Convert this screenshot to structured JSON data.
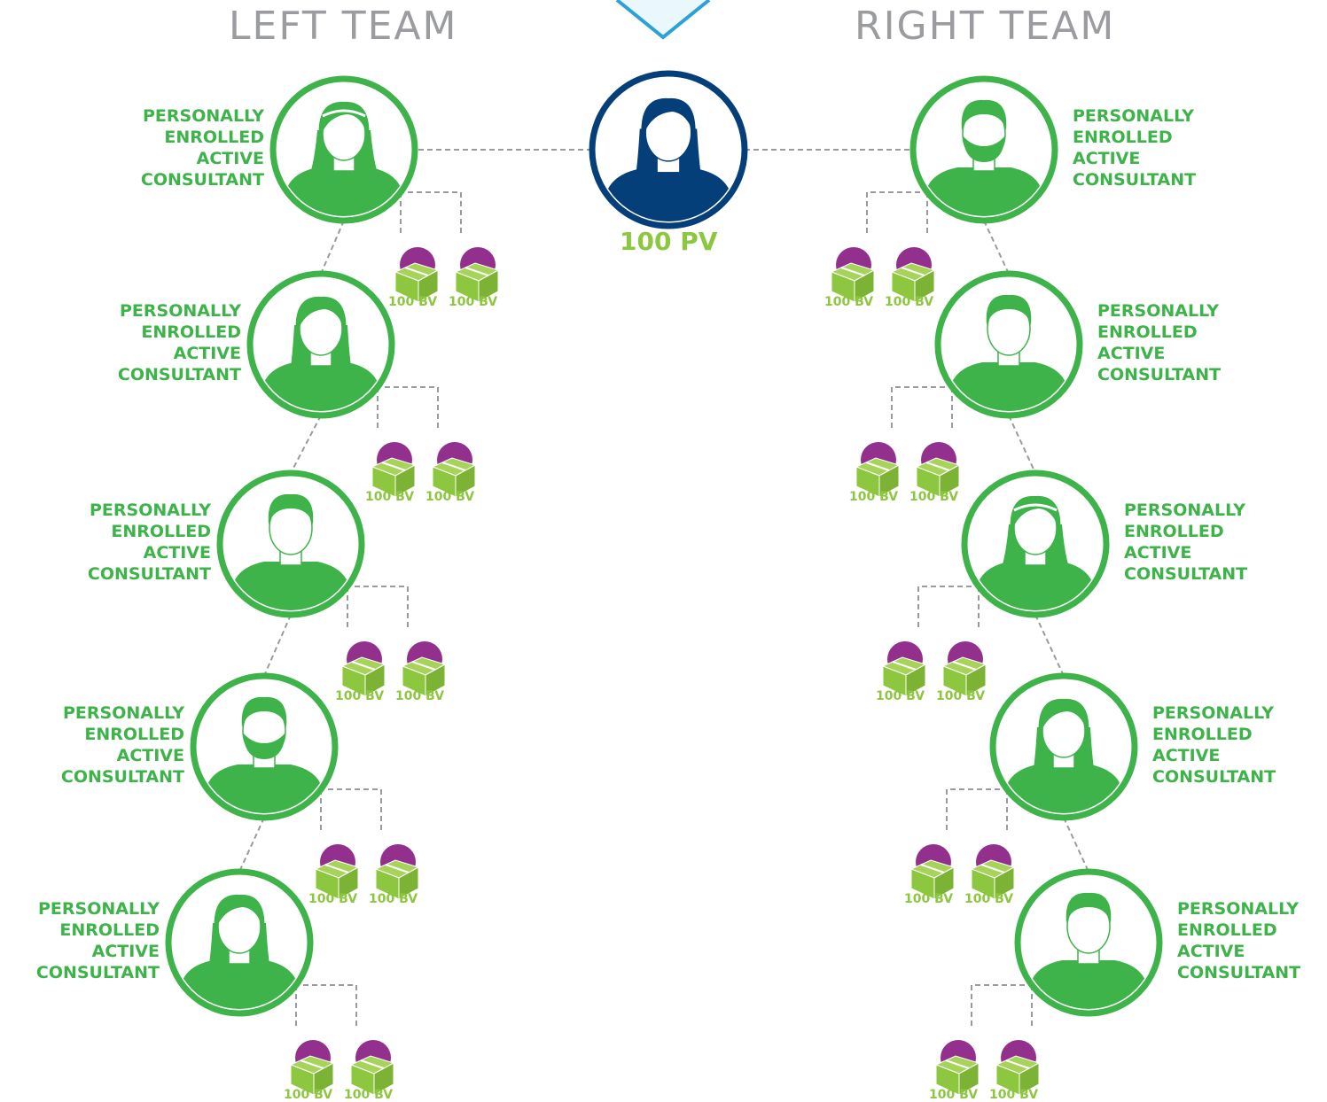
{
  "titles": {
    "left": "LEFT TEAM",
    "right": "RIGHT TEAM"
  },
  "center": {
    "pv_label": "100 PV"
  },
  "consultant_label": "PERSONALLY\nENROLLED\nACTIVE\nCONSULTANT",
  "bv_label": "100 BV",
  "colors": {
    "green": "#3db34a",
    "light_green": "#8dc63f",
    "navy": "#053f7a",
    "purple": "#93308d",
    "title_gray": "#9a9c9f",
    "connector": "#9b9b9b"
  },
  "left_team": [
    {
      "avatar": "woman-headband",
      "label": "PERSONALLY\nENROLLED\nACTIVE\nCONSULTANT",
      "bv": [
        "100 BV",
        "100 BV"
      ]
    },
    {
      "avatar": "woman-long-hair",
      "label": "PERSONALLY\nENROLLED\nACTIVE\nCONSULTANT",
      "bv": [
        "100 BV",
        "100 BV"
      ]
    },
    {
      "avatar": "man-short-hair",
      "label": "PERSONALLY\nENROLLED\nACTIVE\nCONSULTANT",
      "bv": [
        "100 BV",
        "100 BV"
      ]
    },
    {
      "avatar": "man-beard",
      "label": "PERSONALLY\nENROLLED\nACTIVE\nCONSULTANT",
      "bv": [
        "100 BV",
        "100 BV"
      ]
    },
    {
      "avatar": "woman-long-hair",
      "label": "PERSONALLY\nENROLLED\nACTIVE\nCONSULTANT",
      "bv": [
        "100 BV",
        "100 BV"
      ]
    }
  ],
  "right_team": [
    {
      "avatar": "man-beard",
      "label": "PERSONALLY\nENROLLED\nACTIVE\nCONSULTANT",
      "bv": [
        "100 BV",
        "100 BV"
      ]
    },
    {
      "avatar": "man-short-hair",
      "label": "PERSONALLY\nENROLLED\nACTIVE\nCONSULTANT",
      "bv": [
        "100 BV",
        "100 BV"
      ]
    },
    {
      "avatar": "woman-headband",
      "label": "PERSONALLY\nENROLLED\nACTIVE\nCONSULTANT",
      "bv": [
        "100 BV",
        "100 BV"
      ]
    },
    {
      "avatar": "woman-long-hair",
      "label": "PERSONALLY\nENROLLED\nACTIVE\nCONSULTANT",
      "bv": [
        "100 BV",
        "100 BV"
      ]
    },
    {
      "avatar": "man-short-hair",
      "label": "PERSONALLY\nENROLLED\nACTIVE\nCONSULTANT",
      "bv": [
        "100 BV",
        "100 BV"
      ]
    }
  ]
}
